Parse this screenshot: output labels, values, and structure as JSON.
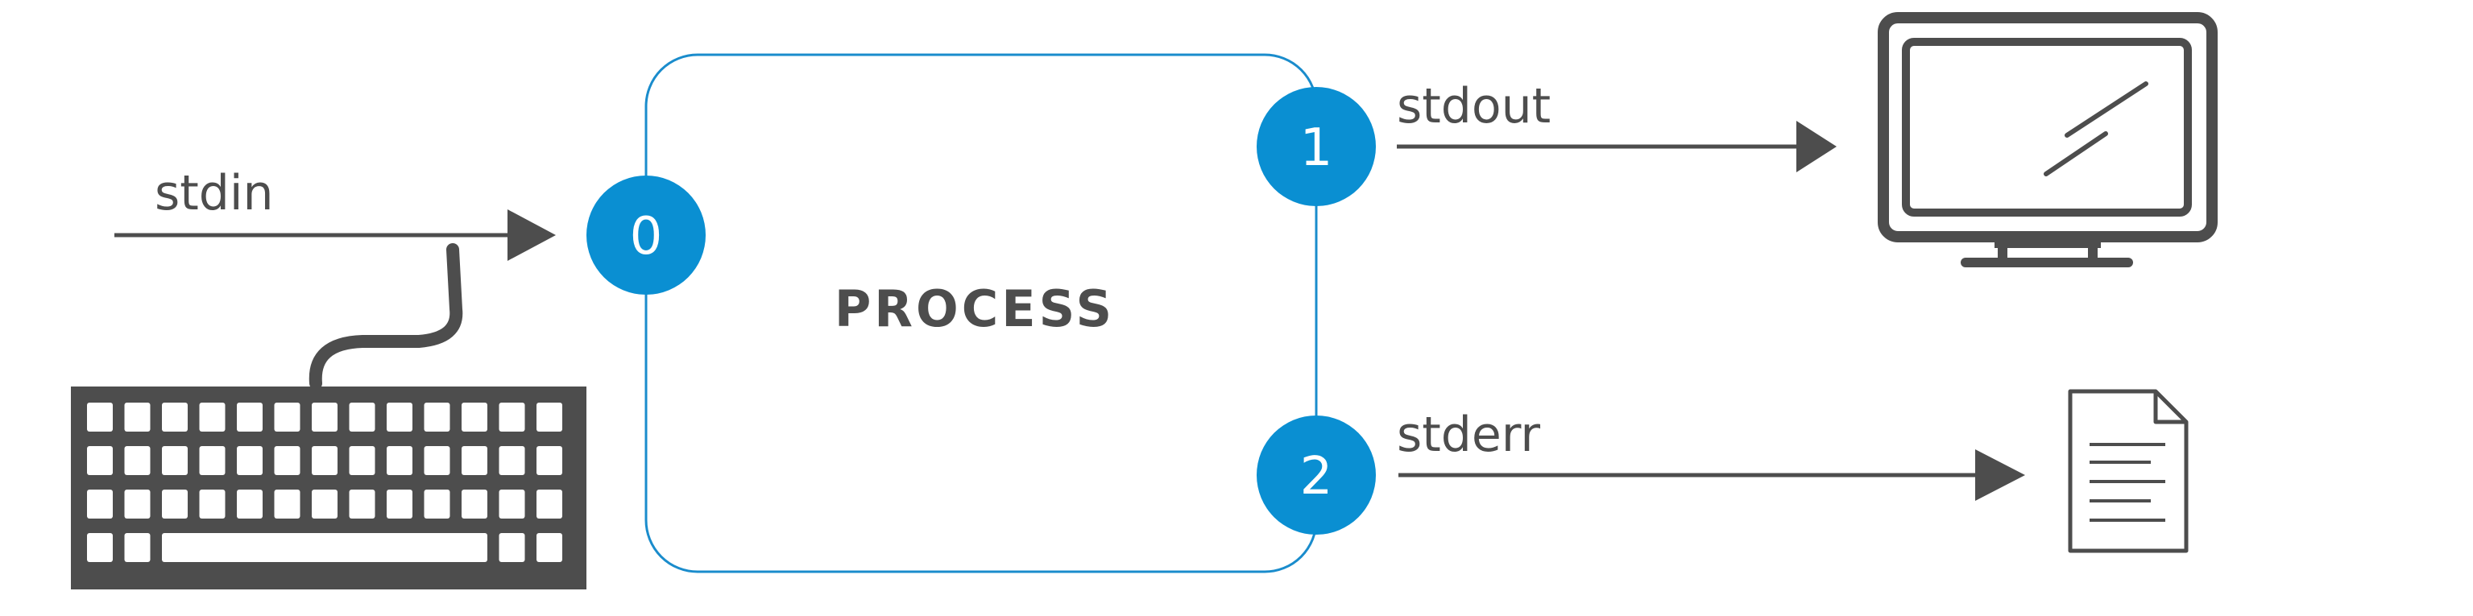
{
  "process": {
    "label": "PROCESS"
  },
  "streams": {
    "stdin": {
      "label": "stdin",
      "port": "0"
    },
    "stdout": {
      "label": "stdout",
      "port": "1"
    },
    "stderr": {
      "label": "stderr",
      "port": "2"
    }
  },
  "icons": {
    "input_device": "keyboard-icon",
    "output_device": "monitor-icon",
    "error_target": "document-icon"
  },
  "colors": {
    "accent": "#0a8fd2",
    "ink": "#4d4d4d",
    "process_border": "#1a8ccc"
  }
}
